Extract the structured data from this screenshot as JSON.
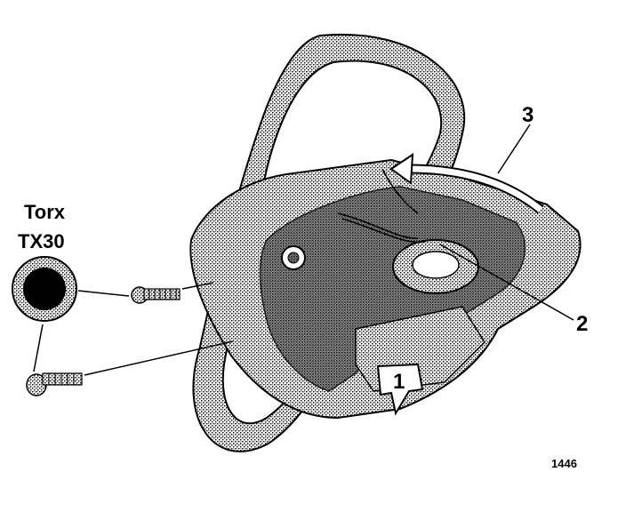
{
  "tool": {
    "line1": "Torx",
    "line2": "TX30"
  },
  "callouts": {
    "c1": "1",
    "c2": "2",
    "c3": "3"
  },
  "figure_number": "1446",
  "colors": {
    "ink": "#000000",
    "paper": "#ffffff",
    "shade": "#bfbfbf"
  }
}
